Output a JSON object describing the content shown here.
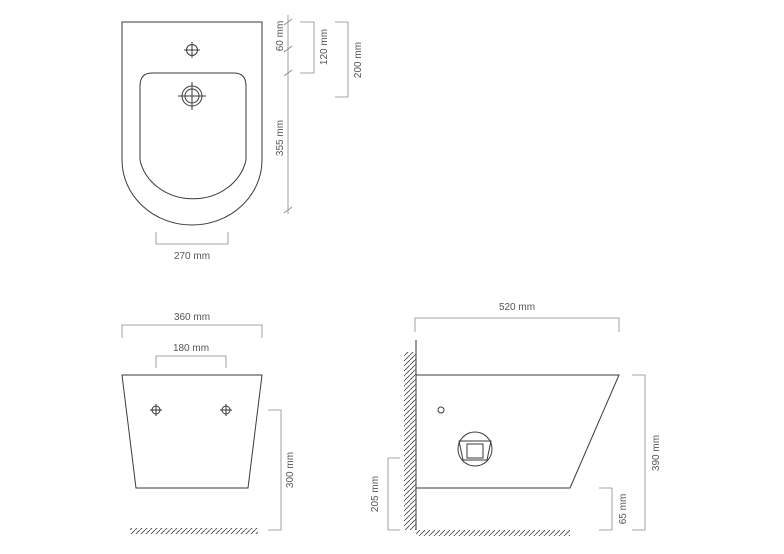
{
  "title": "Bidet technical drawing",
  "top_view": {
    "width_label": "270 mm",
    "dim_60": "60 mm",
    "dim_120": "120 mm",
    "dim_200": "200 mm",
    "dim_355": "355 mm"
  },
  "front_view": {
    "width_label": "360 mm",
    "holes_label": "180 mm",
    "height_label": "300 mm"
  },
  "side_view": {
    "depth_label": "520 mm",
    "height_label": "390 mm",
    "floor_gap_label": "65 mm",
    "inlet_height_label": "205 mm"
  }
}
